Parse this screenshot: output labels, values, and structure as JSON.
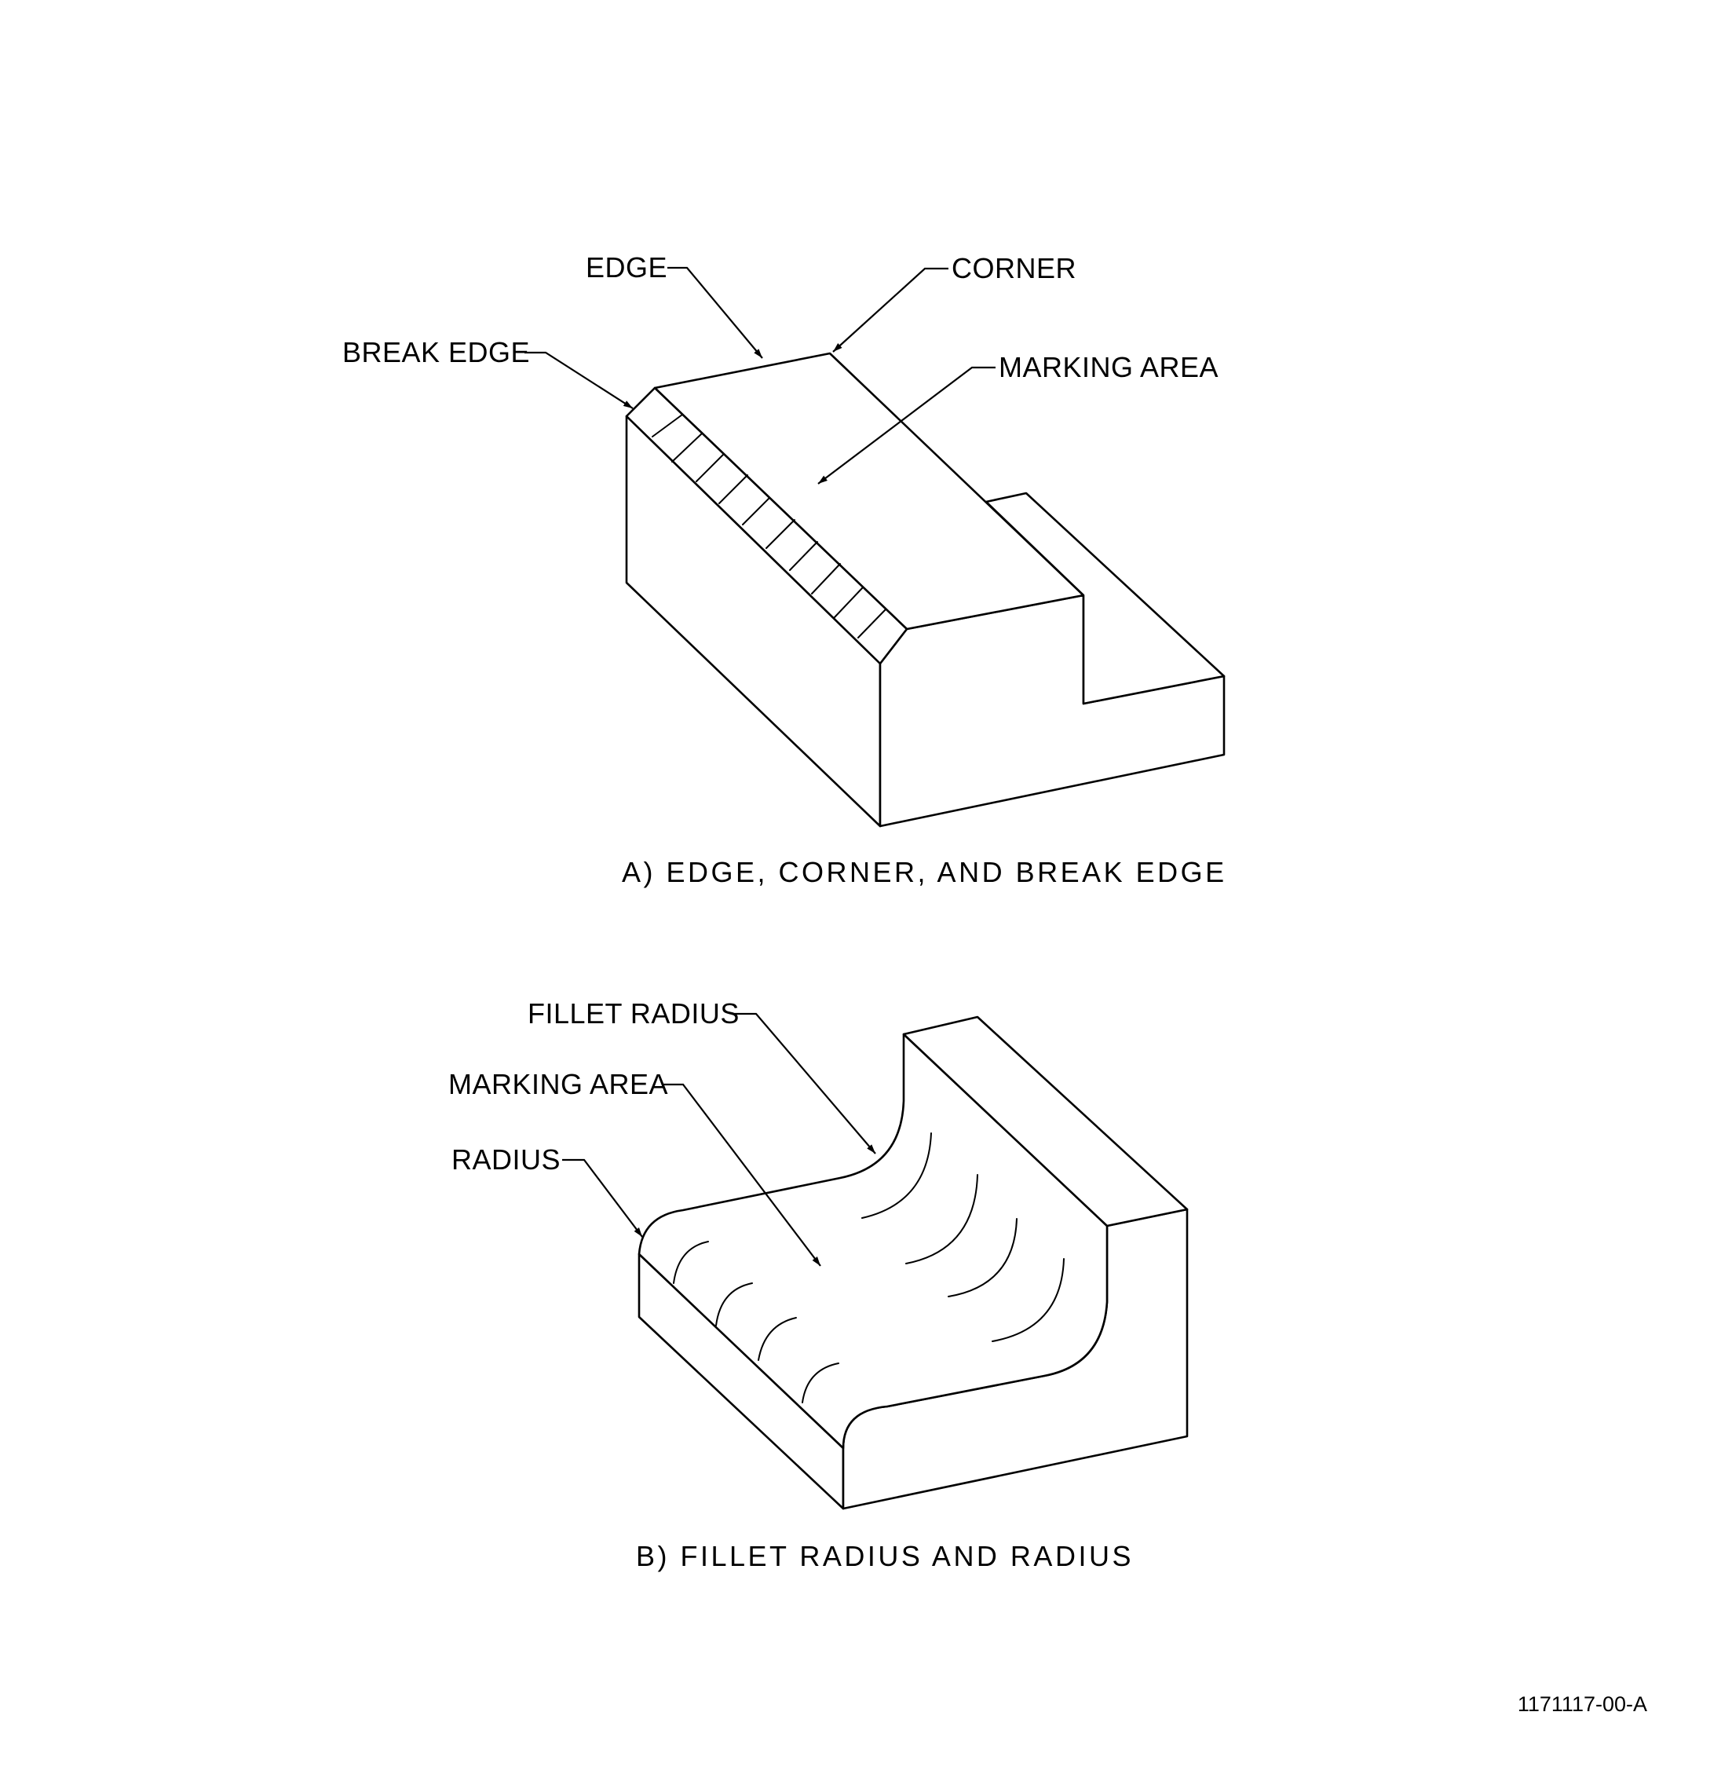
{
  "figure_a": {
    "labels": {
      "edge": "EDGE",
      "corner": "CORNER",
      "break_edge": "BREAK EDGE",
      "marking_area": "MARKING AREA"
    },
    "caption": "A) EDGE, CORNER, AND BREAK EDGE"
  },
  "figure_b": {
    "labels": {
      "fillet_radius": "FILLET RADIUS",
      "marking_area": "MARKING AREA",
      "radius": "RADIUS"
    },
    "caption": "B) FILLET RADIUS AND RADIUS"
  },
  "document_number": "1171117-00-A"
}
